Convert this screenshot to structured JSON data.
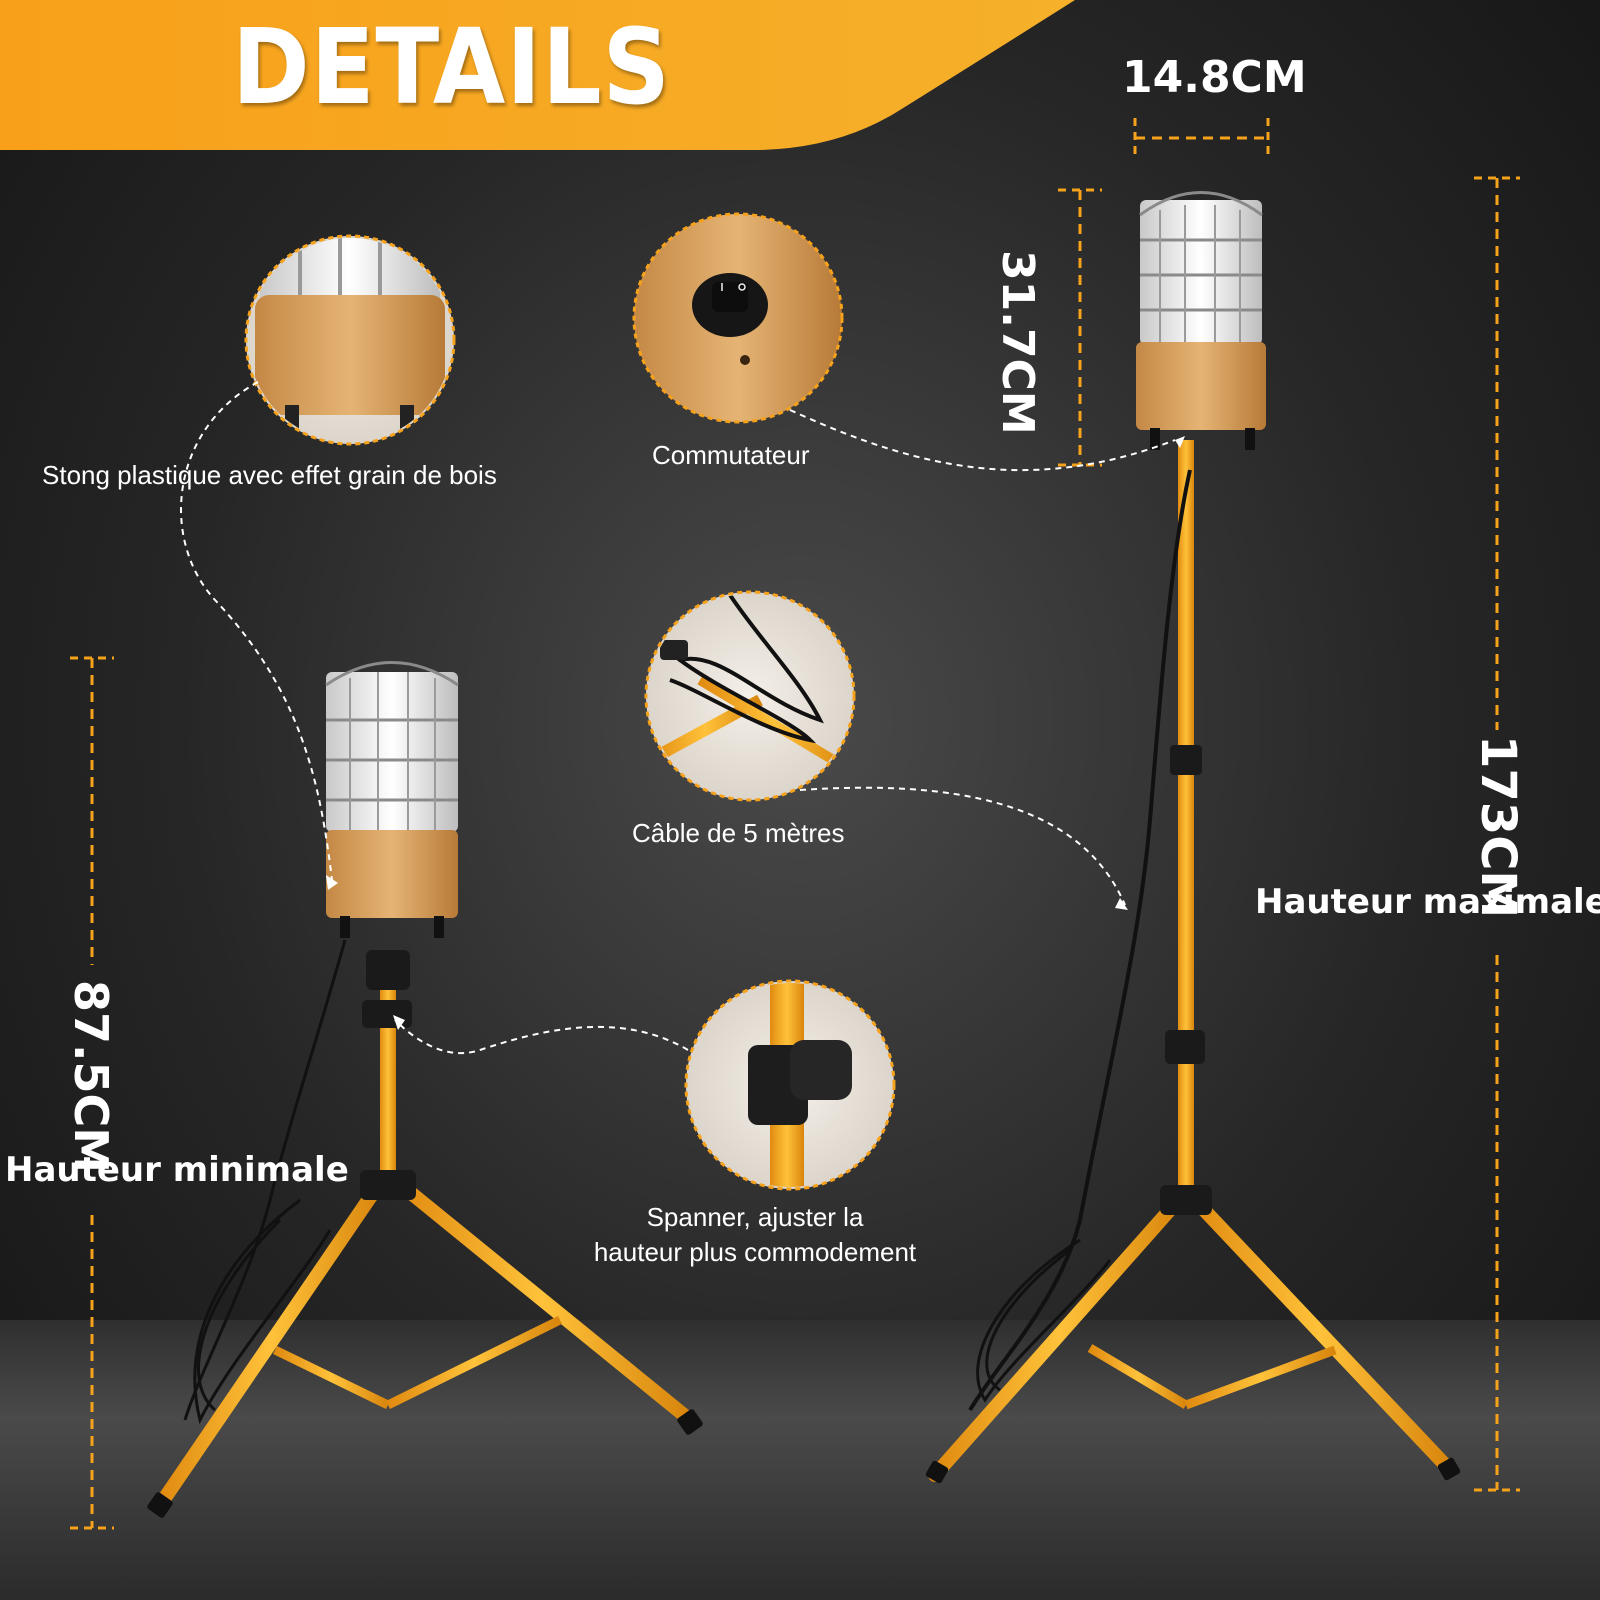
{
  "title": "DETAILS",
  "dimensions": {
    "width": "14.8CM",
    "head_height": "31.7CM",
    "max_height": "173CM",
    "min_height": "87.5CM"
  },
  "heights": {
    "max_label": "Hauteur maximale",
    "min_label": "Hauteur minimale"
  },
  "features": [
    {
      "label": "Stong plastique avec effet grain de bois"
    },
    {
      "label": "Commutateur"
    },
    {
      "label": "Câble de 5 mètres"
    },
    {
      "label": "Spanner, ajuster la",
      "label_2": "hauteur plus commodement"
    }
  ],
  "colors": {
    "accent": "#f7a21b",
    "pole": "#f5a623",
    "background": "#262626",
    "wood": "#d9a05b"
  },
  "icons": [
    "switch-icon",
    "cable-icon",
    "clamp-icon",
    "wood-base-icon"
  ]
}
